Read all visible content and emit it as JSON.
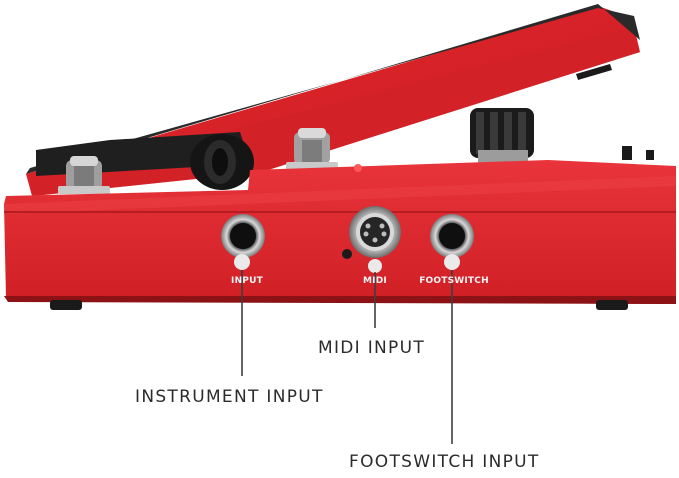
{
  "image": {
    "subject": "red wah/expression pedal, side view",
    "colors": {
      "body_red": "#e0262c",
      "body_red_dark": "#b01a1f",
      "black": "#1a1a1a",
      "metal": "#bdbdbd",
      "callout_line": "#444444",
      "text": "#2b2b2b"
    }
  },
  "panel_labels": {
    "input": "INPUT",
    "midi": "MIDI",
    "footswitch": "FOOTSWITCH"
  },
  "callouts": {
    "midi_input": "MIDI INPUT",
    "instrument_input": "INSTRUMENT INPUT",
    "footswitch_input": "FOOTSWITCH INPUT"
  }
}
